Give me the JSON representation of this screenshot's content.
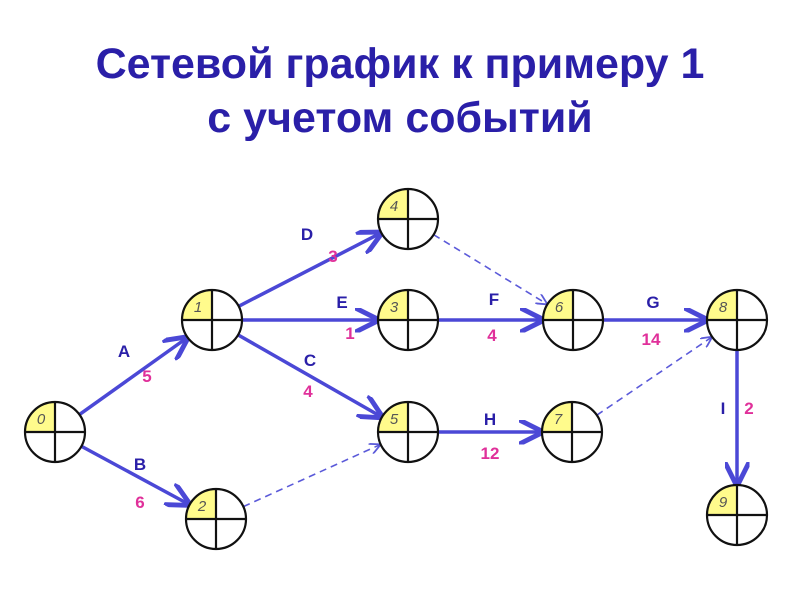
{
  "title": {
    "line1": "Сетевой график к примеру 1",
    "line2": "с учетом событий"
  },
  "colors": {
    "title": "#2a1fa8",
    "arrow": "#4b48d6",
    "dummy": "#5b5ad9",
    "activity_name": "#2a1fa8",
    "duration": "#e0309a",
    "node_quadrant": "#fffb8c",
    "node_stroke": "#111111"
  },
  "nodes": [
    {
      "id": "0",
      "label": "0"
    },
    {
      "id": "1",
      "label": "1"
    },
    {
      "id": "2",
      "label": "2"
    },
    {
      "id": "3",
      "label": "3"
    },
    {
      "id": "4",
      "label": "4"
    },
    {
      "id": "5",
      "label": "5"
    },
    {
      "id": "6",
      "label": "6"
    },
    {
      "id": "7",
      "label": "7"
    },
    {
      "id": "8",
      "label": "8"
    },
    {
      "id": "9",
      "label": "9"
    }
  ],
  "activities": [
    {
      "name": "A",
      "duration": "5",
      "from": "0",
      "to": "1"
    },
    {
      "name": "B",
      "duration": "6",
      "from": "0",
      "to": "2"
    },
    {
      "name": "C",
      "duration": "4",
      "from": "1",
      "to": "5"
    },
    {
      "name": "D",
      "duration": "3",
      "from": "1",
      "to": "4"
    },
    {
      "name": "E",
      "duration": "1",
      "from": "1",
      "to": "3"
    },
    {
      "name": "F",
      "duration": "4",
      "from": "3",
      "to": "6"
    },
    {
      "name": "G",
      "duration": "14",
      "from": "6",
      "to": "8"
    },
    {
      "name": "H",
      "duration": "12",
      "from": "5",
      "to": "7"
    },
    {
      "name": "I",
      "duration": "2",
      "from": "8",
      "to": "9"
    }
  ],
  "dummy_activities": [
    {
      "from": "4",
      "to": "6"
    },
    {
      "from": "2",
      "to": "5"
    },
    {
      "from": "7",
      "to": "8"
    }
  ]
}
